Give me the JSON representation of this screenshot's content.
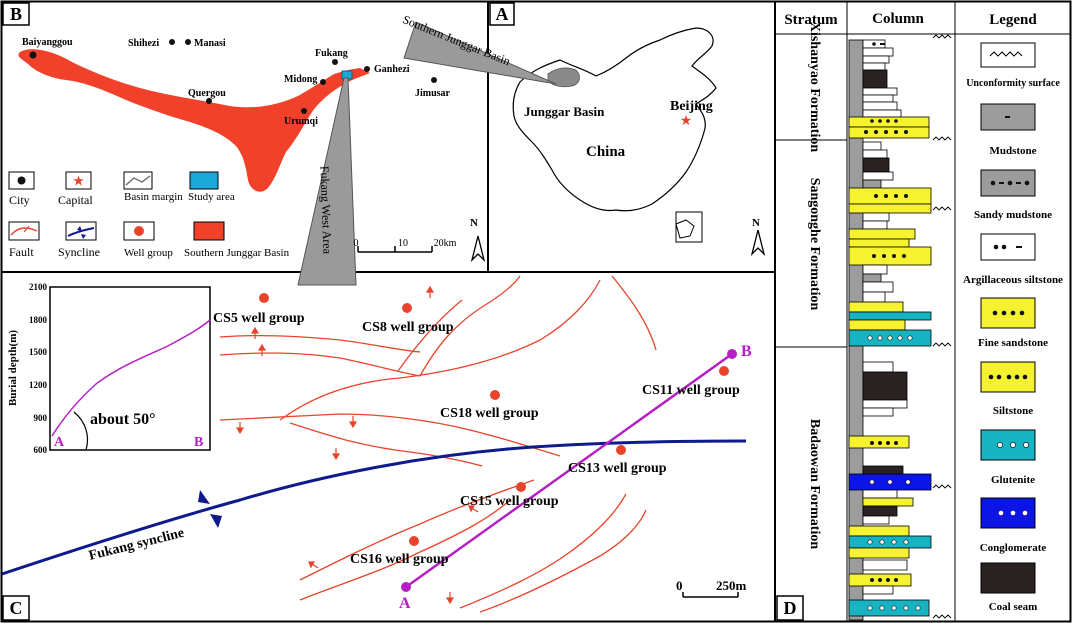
{
  "panels": {
    "a": "A",
    "b": "B",
    "c": "C",
    "d": "D"
  },
  "colors": {
    "basin_red": "#f2412b",
    "fault": "#e8442b",
    "syncline": "#0f1a8c",
    "profile": "#b61fc4",
    "gray_cone": "#9a9a9a",
    "mudstone": "#9c9c9c",
    "fine_sandstone": "#f7f230",
    "glutenite": "#18b3c2",
    "conglomerate": "#0b16e6",
    "coal": "#2a2222",
    "study_area": "#1aa8d8"
  },
  "panel_b": {
    "cities": [
      "Baiyanggou",
      "Shihezi",
      "Manasi",
      "Fukang",
      "Ganhezi",
      "Midong",
      "Quergou",
      "Urumqi",
      "Jimusar"
    ],
    "callout_label": "Fukang West Area",
    "scale": {
      "ticks": [
        "0",
        "10",
        "20km"
      ]
    },
    "north": "N",
    "legend": [
      {
        "label": "City",
        "icon": "city-dot-icon"
      },
      {
        "label": "Capital",
        "icon": "star-icon"
      },
      {
        "label": "Basin margin",
        "icon": "basin-margin-icon"
      },
      {
        "label": "Study area",
        "icon": "study-area-icon"
      },
      {
        "label": "Fault",
        "icon": "fault-icon"
      },
      {
        "label": "Syncline",
        "icon": "syncline-icon"
      },
      {
        "label": "Well group",
        "icon": "well-group-icon"
      },
      {
        "label": "Southern Junggar Basin",
        "icon": "basin-fill-icon"
      }
    ]
  },
  "panel_a": {
    "country": "China",
    "basin": "Junggar Basin",
    "capital": "Beijing",
    "callout": "Southern Junggar Basin",
    "north": "N"
  },
  "panel_c": {
    "wells": [
      "CS5 well group",
      "CS8 well group",
      "CS18 well group",
      "CS11 well group",
      "CS13 well group",
      "CS15 well group",
      "CS16 well group"
    ],
    "syncline_label": "Fukang syncline",
    "profile_ends": [
      "A",
      "B"
    ],
    "scale": [
      "0",
      "250m"
    ],
    "inset": {
      "ylabel": "Burial depth(m)",
      "yticks": [
        "2100",
        "1800",
        "1500",
        "1200",
        "900",
        "600"
      ],
      "angle_label": "about 50°",
      "ends": [
        "A",
        "B"
      ]
    }
  },
  "panel_d": {
    "headers": [
      "Stratum",
      "Column",
      "Legend"
    ],
    "formations": [
      "Xishanyao Formation",
      "Sangonghe Formation",
      "Badaowan Formation"
    ],
    "legend": [
      {
        "label": "Unconformity surface",
        "pattern": "wave"
      },
      {
        "label": "Mudstone",
        "pattern": "mudstone"
      },
      {
        "label": "Sandy mudstone",
        "pattern": "sandy-mudstone"
      },
      {
        "label": "Argillaceous siltstone",
        "pattern": "argillaceous-siltstone"
      },
      {
        "label": "Fine sandstone",
        "pattern": "fine-sandstone"
      },
      {
        "label": "Siltstone",
        "pattern": "siltstone"
      },
      {
        "label": "Glutenite",
        "pattern": "glutenite"
      },
      {
        "label": "Conglomerate",
        "pattern": "conglomerate"
      },
      {
        "label": "Coal seam",
        "pattern": "coal"
      }
    ]
  }
}
